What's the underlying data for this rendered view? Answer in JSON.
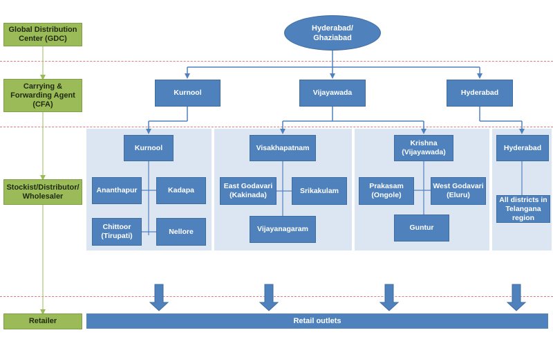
{
  "levels": {
    "gdc": "Global Distribution Center (GDC)",
    "cfa": "Carrying & Forwarding Agent (CFA)",
    "stockist": "Stockist/Distributor/ Wholesaler",
    "retailer": "Retailer"
  },
  "top": {
    "label": "Hyderabad/ Ghaziabad"
  },
  "cfa": [
    "Kurnool",
    "Vijayawada",
    "Hyderabad"
  ],
  "groups": [
    {
      "head": "Kurnool",
      "items": [
        "Ananthapur",
        "Kadapa",
        "Chittoor (Tirupati)",
        "Nellore"
      ]
    },
    {
      "head": "Visakhapatnam",
      "items": [
        "East Godavari (Kakinada)",
        "Srikakulam",
        "Vijayanagaram"
      ]
    },
    {
      "head": "Krishna (Vijayawada)",
      "items": [
        "Prakasam (Ongole)",
        "West Godavari (Eluru)",
        "Guntur"
      ]
    },
    {
      "head": "Hyderabad",
      "items": [
        "All districts in Telangana region"
      ]
    }
  ],
  "retail": "Retail outlets",
  "colors": {
    "blue": "#4f81bd",
    "green": "#9bbb59",
    "panel": "#dce6f2",
    "dash": "#e07a7a"
  }
}
